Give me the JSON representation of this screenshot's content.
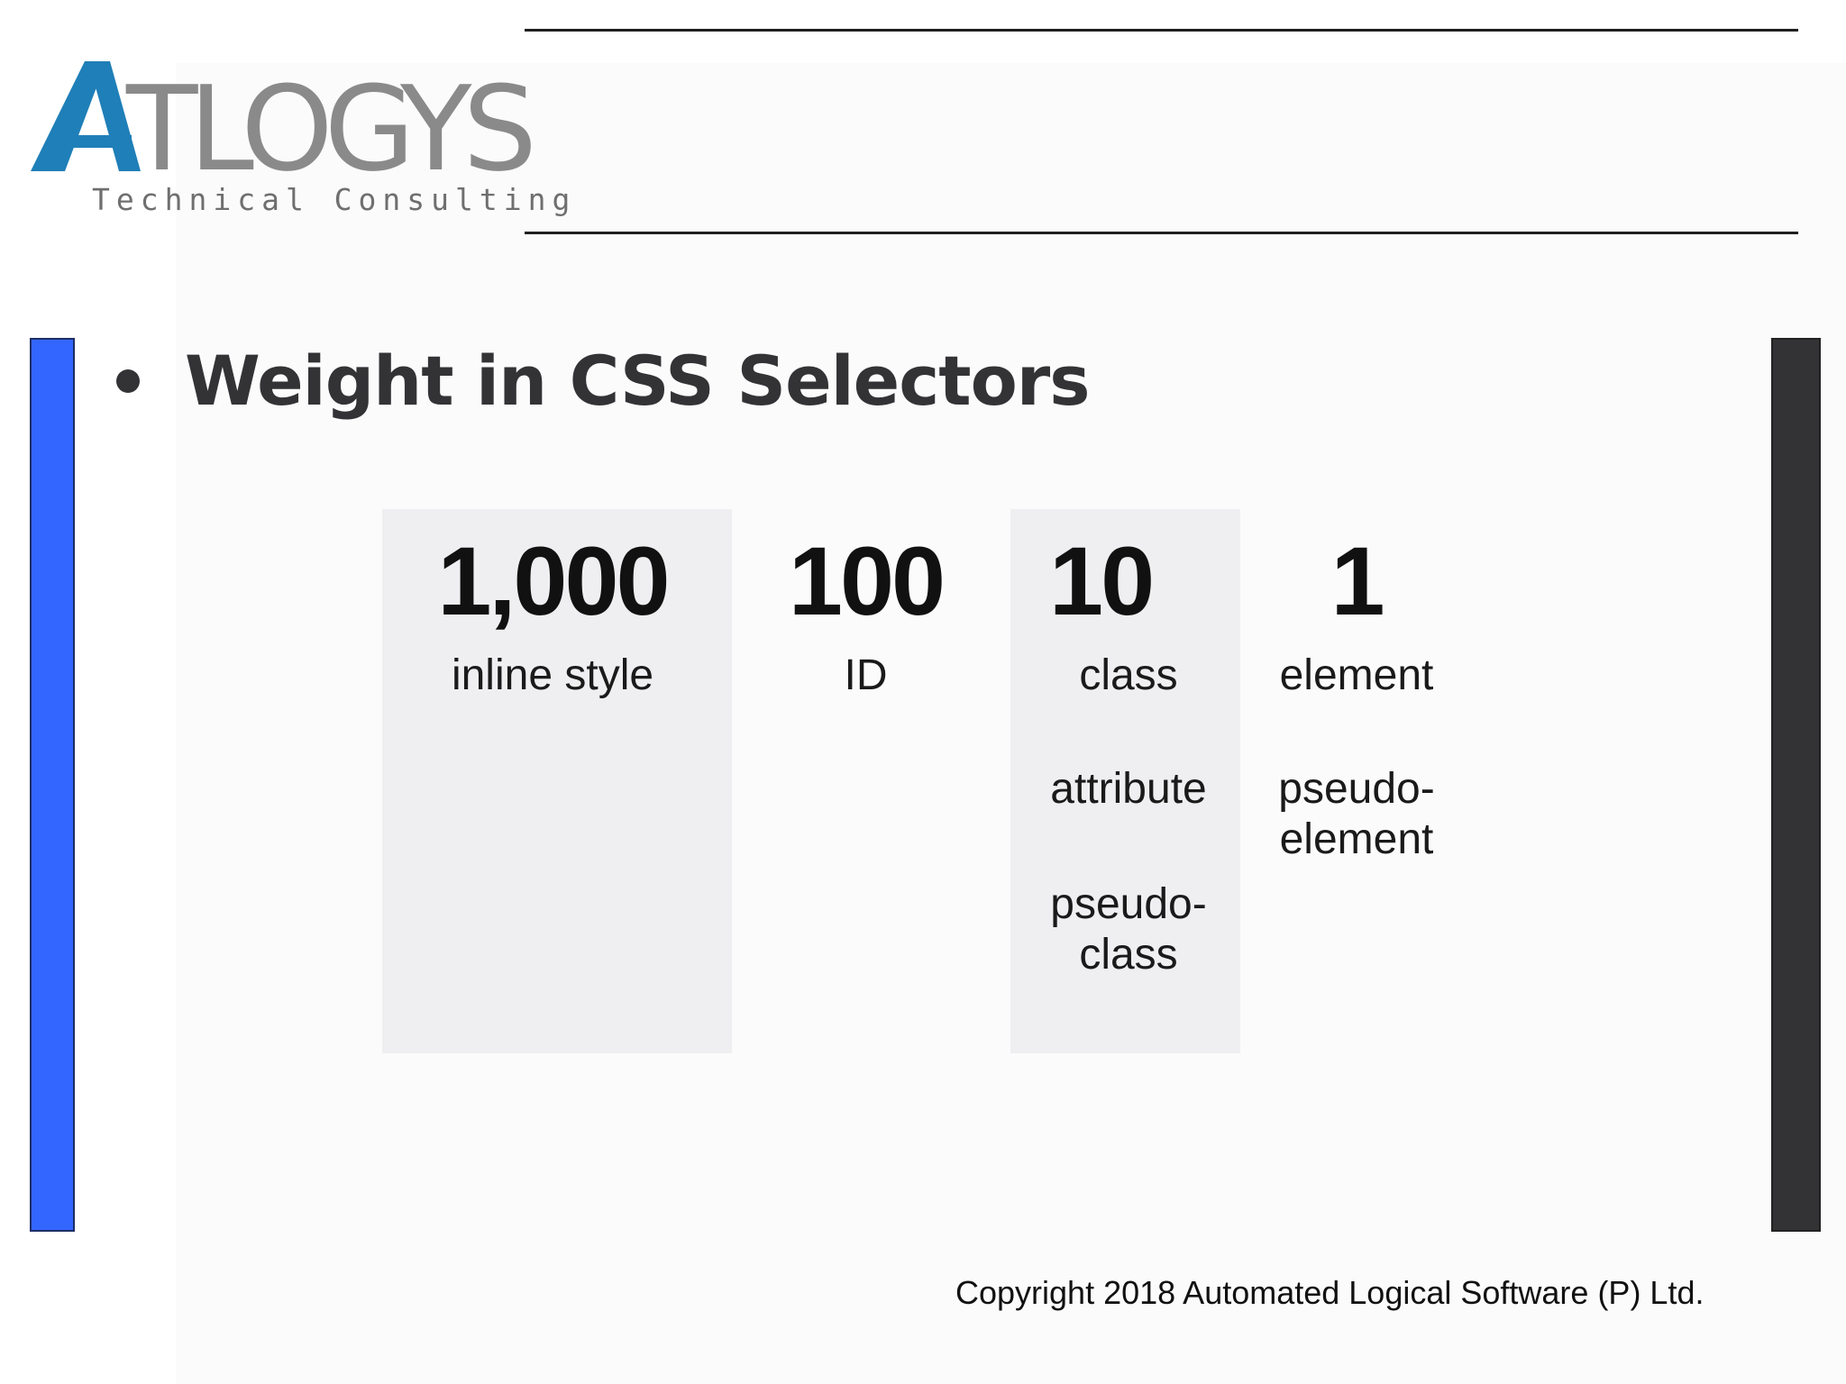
{
  "header": {
    "logo_text": "ATLOGYS",
    "logo_tagline": "Technical Consulting"
  },
  "slide": {
    "title": "Weight in CSS Selectors",
    "copyright": "Copyright 2018 Automated Logical Software (P) Ltd."
  },
  "weights": [
    {
      "value": "1,000",
      "labels": [
        "inline style"
      ]
    },
    {
      "value": "100",
      "labels": [
        "ID"
      ]
    },
    {
      "value": "10",
      "labels": [
        "class",
        "attribute",
        "pseudo-",
        "class"
      ]
    },
    {
      "value": "1",
      "labels": [
        "element",
        "pseudo-",
        "element"
      ]
    }
  ],
  "colors": {
    "accent_blue": "#3366ff",
    "logo_blue": "#1f7fb8",
    "logo_gray": "#8a8a8a",
    "dark": "#333235",
    "shade": "#efeef0"
  }
}
